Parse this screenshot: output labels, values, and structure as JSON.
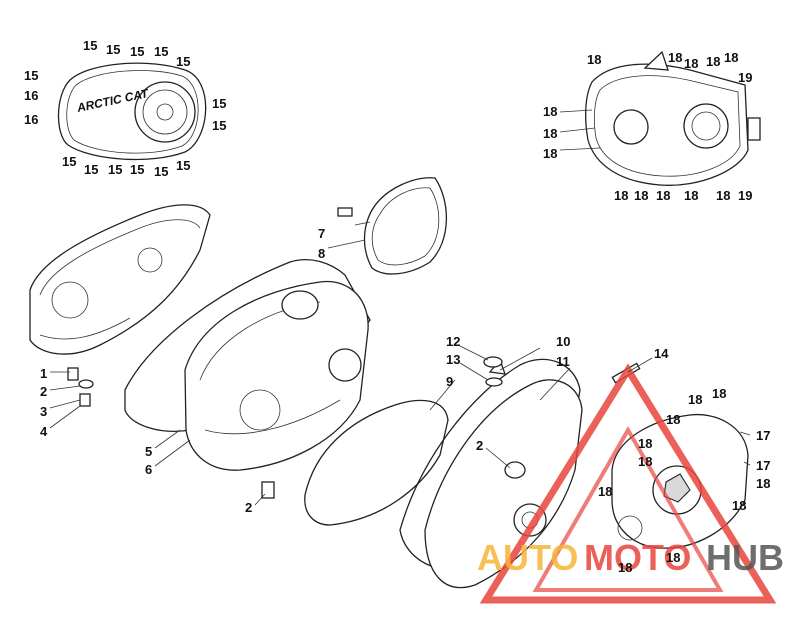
{
  "callouts": [
    {
      "id": "c15a",
      "text": "15"
    },
    {
      "id": "c15b",
      "text": "15"
    },
    {
      "id": "c15c",
      "text": "15"
    },
    {
      "id": "c15d",
      "text": "15"
    },
    {
      "id": "c15e",
      "text": "15"
    },
    {
      "id": "c15f",
      "text": "15"
    },
    {
      "id": "c15g",
      "text": "15"
    },
    {
      "id": "c15h",
      "text": "15"
    },
    {
      "id": "c15i",
      "text": "15"
    },
    {
      "id": "c15j",
      "text": "15"
    },
    {
      "id": "c15k",
      "text": "15"
    },
    {
      "id": "c15l",
      "text": "15"
    },
    {
      "id": "c15m",
      "text": "15"
    },
    {
      "id": "c15n",
      "text": "15"
    },
    {
      "id": "c16a",
      "text": "16"
    },
    {
      "id": "c16b",
      "text": "16"
    },
    {
      "id": "r18a",
      "text": "18"
    },
    {
      "id": "r18b",
      "text": "18"
    },
    {
      "id": "r18c",
      "text": "18"
    },
    {
      "id": "r18d",
      "text": "18"
    },
    {
      "id": "r18e",
      "text": "18"
    },
    {
      "id": "r18f",
      "text": "18"
    },
    {
      "id": "r18g",
      "text": "18"
    },
    {
      "id": "r18h",
      "text": "18"
    },
    {
      "id": "r18i",
      "text": "18"
    },
    {
      "id": "r18j",
      "text": "18"
    },
    {
      "id": "r18k",
      "text": "18"
    },
    {
      "id": "r18l",
      "text": "18"
    },
    {
      "id": "r18m",
      "text": "18"
    },
    {
      "id": "r19a",
      "text": "19"
    },
    {
      "id": "r19b",
      "text": "19"
    },
    {
      "id": "m7",
      "text": "7"
    },
    {
      "id": "m8",
      "text": "8"
    },
    {
      "id": "l1",
      "text": "1"
    },
    {
      "id": "l2",
      "text": "2"
    },
    {
      "id": "l3",
      "text": "3"
    },
    {
      "id": "l4",
      "text": "4"
    },
    {
      "id": "l5",
      "text": "5"
    },
    {
      "id": "l6",
      "text": "6"
    },
    {
      "id": "l2b",
      "text": "2"
    },
    {
      "id": "c9",
      "text": "9"
    },
    {
      "id": "c10",
      "text": "10"
    },
    {
      "id": "c11",
      "text": "11"
    },
    {
      "id": "c12",
      "text": "12"
    },
    {
      "id": "c13",
      "text": "13"
    },
    {
      "id": "c14",
      "text": "14"
    },
    {
      "id": "c2c",
      "text": "2"
    },
    {
      "id": "s18a",
      "text": "18"
    },
    {
      "id": "s18b",
      "text": "18"
    },
    {
      "id": "s18c",
      "text": "18"
    },
    {
      "id": "s18d",
      "text": "18"
    },
    {
      "id": "s18e",
      "text": "18"
    },
    {
      "id": "s18f",
      "text": "18"
    },
    {
      "id": "s18g",
      "text": "18"
    },
    {
      "id": "s18h",
      "text": "18"
    },
    {
      "id": "s18i",
      "text": "18"
    },
    {
      "id": "s18j",
      "text": "18"
    },
    {
      "id": "s17a",
      "text": "17"
    },
    {
      "id": "s17b",
      "text": "17"
    }
  ],
  "logo_text": "ARCTIC CAT",
  "watermark": {
    "text_a": "AUTO",
    "text_b": "MOTO",
    "text_c": "HUB",
    "color_a": "#f5b63a",
    "color_b": "#e8453c",
    "color_c": "#555555"
  },
  "colors": {
    "line": "#222222",
    "watermark_red": "#e8453c"
  }
}
